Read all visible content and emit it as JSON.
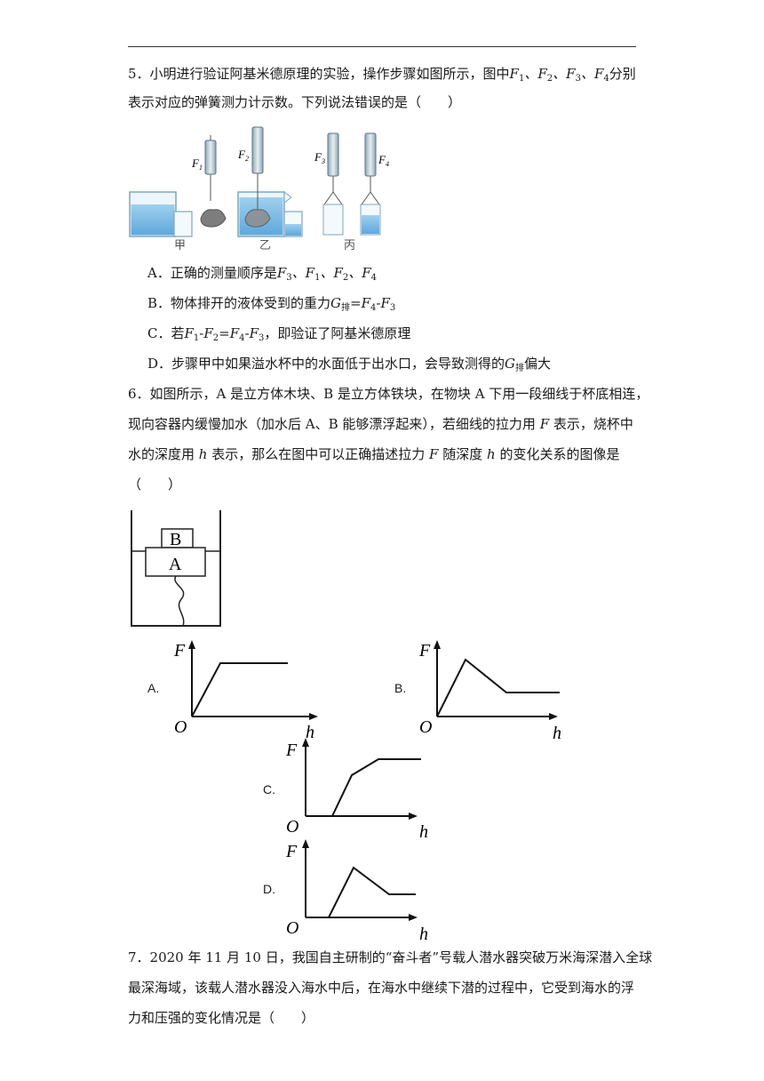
{
  "q5": {
    "l1": "5．小明进行验证阿基米德原理的实验，操作步骤如图所示，图中",
    "l1_tail": "分别",
    "l2": "表示对应的弹簧测力计示数。下列说法错误的是（　　）",
    "labels": [
      "F1",
      "F2",
      "F3",
      "F4"
    ],
    "captions": [
      "甲",
      "乙",
      "丙"
    ],
    "options": {
      "A": "A．正确的测量顺序是",
      "A_vals": "F3、F1、F2、F4",
      "B": "B．物体排开的液体受到的重力",
      "B_expr": "F4-F3",
      "C_pre": "C．若",
      "C_expr": "F1-F2=F4-F3",
      "C_post": "，即验证了阿基米德原理",
      "D": "D．步骤甲中如果溢水杯中的水面低于出水口，会导致测得的",
      "D_post": "偏大",
      "G": "G",
      "sub_pai": "排"
    }
  },
  "q6": {
    "l1": "6．如图所示，A 是立方体木块、B 是立方体铁块，在物块 A 下用一段细线于杯底相连，",
    "l2a": "现向容器内缓慢加水（加水后 A、B 能够漂浮起来），若细线的拉力用",
    "l2b": "表示，烧杯中",
    "l3a": "水的深度用",
    "l3b": "表示，那么在图中可以正确描述拉力",
    "l3c": "随深度",
    "l3d": "的变化关系的图像是",
    "l4": "（　　）",
    "F": "F",
    "h": "h",
    "blockA": "A",
    "blockB": "B",
    "graphs": [
      {
        "label": "A.",
        "F": "F",
        "O": "O",
        "h": "h"
      },
      {
        "label": "B.",
        "F": "F",
        "O": "O",
        "h": "h"
      },
      {
        "label": "C.",
        "F": "F",
        "O": "O",
        "h": "h"
      },
      {
        "label": "D.",
        "F": "F",
        "O": "O",
        "h": "h"
      }
    ]
  },
  "q7": {
    "l1": "7．2020 年 11 月 10 日，我国自主研制的“奋斗者”号载人潜水器突破万米海深潜入全球",
    "l2": "最深海域，该载人潜水器没入海水中后，在海水中继续下潜的过程中，它受到海水的浮",
    "l3": "力和压强的变化情况是（　　）"
  }
}
